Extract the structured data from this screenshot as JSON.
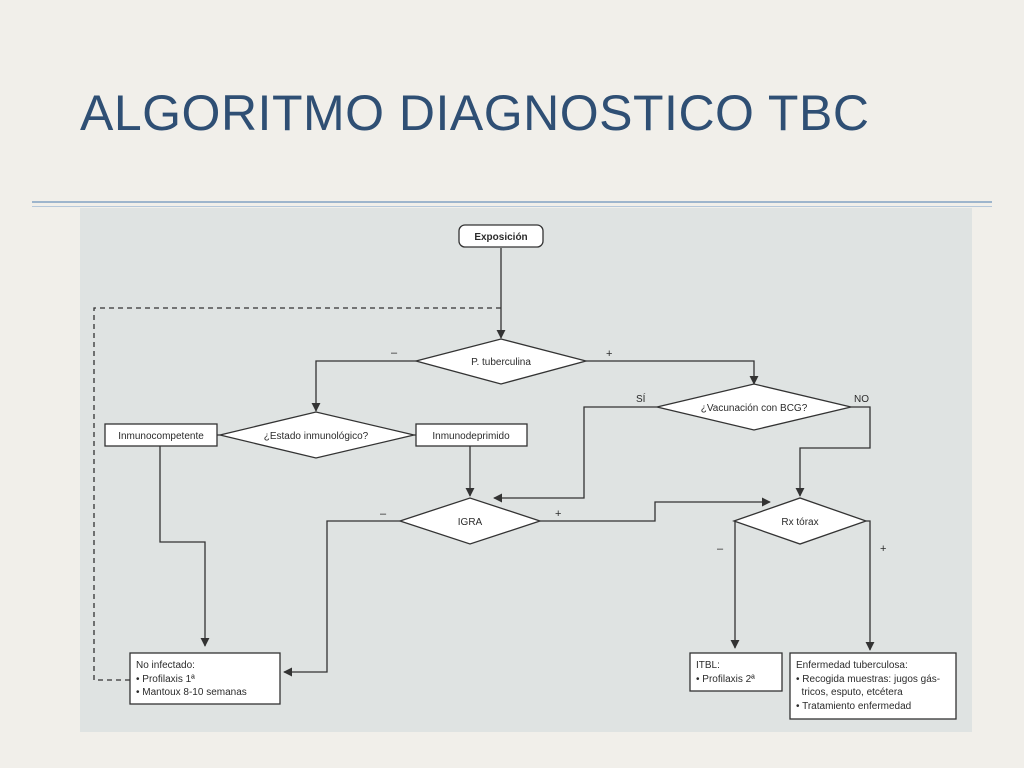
{
  "slide": {
    "title": "ALGORITMO DIAGNOSTICO TBC"
  },
  "diagram": {
    "nodes": {
      "exposure": "Exposición",
      "tuberculin": "P. tuberculina",
      "immune_status": "¿Estado inmunológico?",
      "immunocompetent": "Inmunocompetente",
      "immunodepressed": "Inmunodeprimido",
      "vaccination": "¿Vacunación con BCG?",
      "igra": "IGRA",
      "xray": "Rx tórax",
      "not_infected": {
        "title": "No infectado:",
        "items": [
          "• Profilaxis 1ª",
          "• Mantoux 8-10 semanas"
        ]
      },
      "ltbi": {
        "title": "ITBL:",
        "items": [
          "• Profilaxis 2ª"
        ]
      },
      "tb_disease": {
        "title": "Enfermedad tuberculosa:",
        "items": [
          "• Recogida muestras: jugos gás-",
          "  tricos, esputo, etcétera",
          "• Tratamiento enfermedad"
        ]
      }
    },
    "edge_labels": {
      "tuberculin_neg": "–",
      "tuberculin_pos": "+",
      "vacc_yes": "SÍ",
      "vacc_no": "NO",
      "igra_neg": "–",
      "igra_pos": "+",
      "xray_neg": "–",
      "xray_pos": "+"
    },
    "colors": {
      "background": "#dfe3e2",
      "node_fill": "#ffffff",
      "stroke": "#333333",
      "title": "#2f4f74"
    }
  }
}
